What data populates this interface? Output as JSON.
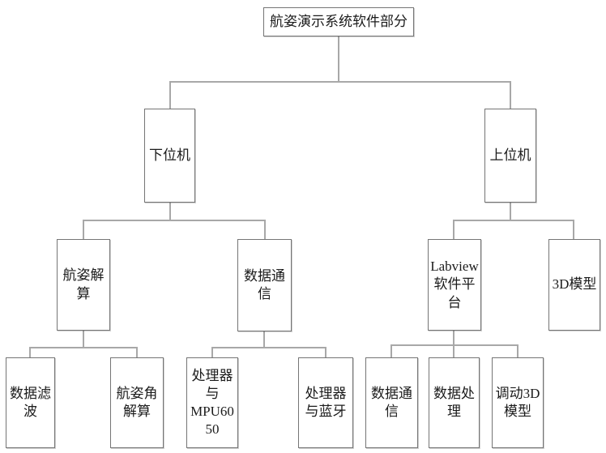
{
  "figure": {
    "title": "航姿演示系统软件部分",
    "background_color": "#ffffff",
    "box_border_color": "#757575",
    "connector_color": "#a8a8a8",
    "text_color": "#1b1b1b"
  },
  "nodes": {
    "root": {
      "label": "航姿演示系统软件部分"
    },
    "lower_machine": {
      "label": "下位机"
    },
    "upper_machine": {
      "label": "上位机"
    },
    "attitude_calculation": {
      "label": "航姿解算"
    },
    "data_communication_lower": {
      "label": "数据通信"
    },
    "labview_platform": {
      "label": "Labview软件平台"
    },
    "model_3d": {
      "label": "3D模型"
    },
    "data_filtering": {
      "label": "数据滤波"
    },
    "attitude_angle_calculation": {
      "label": "航姿角解算"
    },
    "processor_mpu6050": {
      "label": "处理器\n与\nMPU6050"
    },
    "processor_bluetooth": {
      "label": "处理器与蓝牙"
    },
    "data_communication_upper": {
      "label": "数据通信"
    },
    "data_processing": {
      "label": "数据处理"
    },
    "call_3d_model": {
      "label": "调动3D模型"
    }
  },
  "edges": [
    {
      "from": "root",
      "to": "lower_machine"
    },
    {
      "from": "root",
      "to": "upper_machine"
    },
    {
      "from": "lower_machine",
      "to": "attitude_calculation"
    },
    {
      "from": "lower_machine",
      "to": "data_communication_lower"
    },
    {
      "from": "upper_machine",
      "to": "labview_platform"
    },
    {
      "from": "upper_machine",
      "to": "model_3d"
    },
    {
      "from": "attitude_calculation",
      "to": "data_filtering"
    },
    {
      "from": "attitude_calculation",
      "to": "attitude_angle_calculation"
    },
    {
      "from": "data_communication_lower",
      "to": "processor_mpu6050"
    },
    {
      "from": "data_communication_lower",
      "to": "processor_bluetooth"
    },
    {
      "from": "labview_platform",
      "to": "data_communication_upper"
    },
    {
      "from": "labview_platform",
      "to": "data_processing"
    },
    {
      "from": "labview_platform",
      "to": "call_3d_model"
    }
  ]
}
